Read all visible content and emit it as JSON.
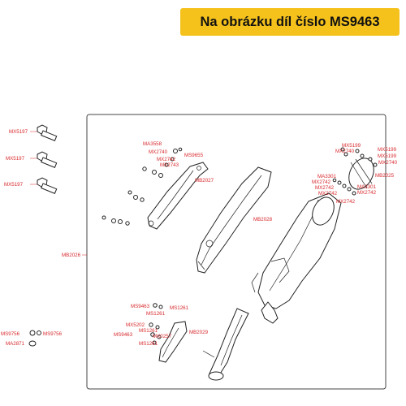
{
  "banner": {
    "text": "Na obrázku díl číslo MS9463"
  },
  "colors": {
    "banner_bg": "#f5c21c",
    "label_red": "#d8282c",
    "line": "#222222"
  },
  "labels": {
    "mx5197_a": "MX5197",
    "mx5197_b": "MX5197",
    "mx5197_c": "MX5197",
    "mb2026": "MB2026",
    "ms9756_a": "MS9756",
    "ms9756_b": "MS9756",
    "ma2871": "MA2871",
    "ma3558": "MA3558",
    "mx2740_a": "MX2740",
    "ms9655": "MS9655",
    "mx2742_a": "MX2742",
    "mx2743": "MX2743",
    "mb2027": "MB2027",
    "mb2028": "MB2028",
    "mx5199_a": "MX5199",
    "mx2740_b": "MX2740",
    "mx5199_b": "MX5199",
    "mx5199_c": "MX5199",
    "mx2740_c": "MX2740",
    "mb2025": "MB2025",
    "ma3301_a": "MA3301",
    "mx2742_b": "MX2742",
    "ma3301_b": "MA3301",
    "mx2742_c": "MX2742",
    "mx2742_d": "MX2742",
    "mx2742_e": "MX2742",
    "mx2742_f": "MX2742",
    "ms9463_a": "MS9463",
    "ms1261_a": "MS1261",
    "ms1261_b": "MS1261",
    "mx5202": "MX5202",
    "ms1261_c": "MS1261",
    "ms9463_b": "MS9463",
    "mx0257": "MX0257",
    "mb2029": "MB2029",
    "ms1261_d": "MS1261"
  }
}
